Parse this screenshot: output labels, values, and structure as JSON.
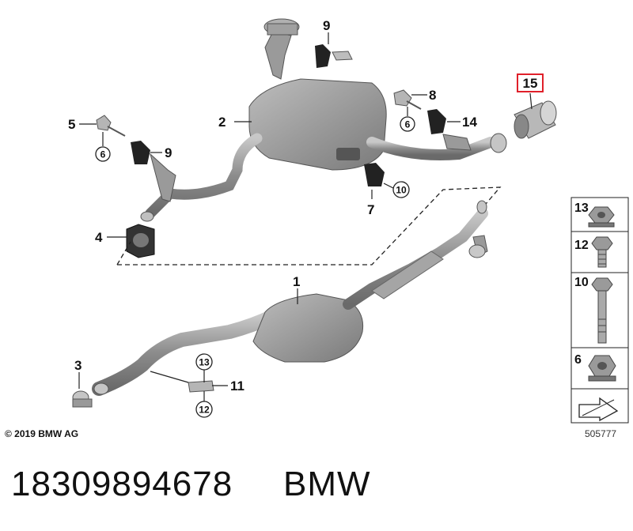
{
  "callouts": {
    "c1": "1",
    "c2": "2",
    "c3": "3",
    "c4": "4",
    "c5": "5",
    "c6a": "6",
    "c6b": "6",
    "c7": "7",
    "c8": "8",
    "c9a": "9",
    "c9b": "9",
    "c10": "10",
    "c11": "11",
    "c12": "12",
    "c13": "13",
    "c14": "14",
    "c15": "15"
  },
  "legend": {
    "items": [
      {
        "label": "13",
        "icon": "flange-nut-icon"
      },
      {
        "label": "12",
        "icon": "hex-bolt-icon"
      },
      {
        "label": "10",
        "icon": "long-bolt-icon"
      },
      {
        "label": "6",
        "icon": "hex-nut-icon"
      }
    ],
    "footer_icon": "direction-arrow-icon"
  },
  "colors": {
    "highlight": "#e0202a",
    "part_gray": "#9a9a9a",
    "rubber": "#222222"
  },
  "copyright": "© 2019 BMW AG",
  "diagram_id": "505777",
  "part_number": "18309894678",
  "brand": "BMW"
}
